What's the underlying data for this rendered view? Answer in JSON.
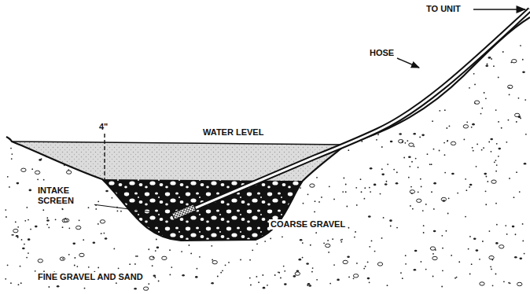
{
  "diagram": {
    "labels": [
      "TO UNIT",
      "HOSE",
      "4\"",
      "WATER LEVEL",
      "INTAKE SCREEN",
      "COARSE GRAVEL",
      "FINE GRAVEL AND SAND"
    ]
  }
}
